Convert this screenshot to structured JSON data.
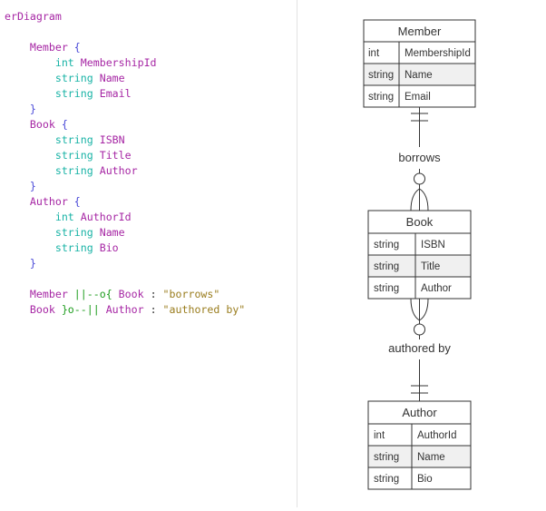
{
  "editor": {
    "lines": [
      [
        {
          "t": "erDiagram",
          "c": "kw"
        }
      ],
      [],
      [
        {
          "t": "    "
        },
        {
          "t": "Member",
          "c": "ent"
        },
        {
          "t": " "
        },
        {
          "t": "{",
          "c": "brace"
        }
      ],
      [
        {
          "t": "        "
        },
        {
          "t": "int",
          "c": "type"
        },
        {
          "t": " "
        },
        {
          "t": "MembershipId",
          "c": "ent"
        }
      ],
      [
        {
          "t": "        "
        },
        {
          "t": "string",
          "c": "type"
        },
        {
          "t": " "
        },
        {
          "t": "Name",
          "c": "ent"
        }
      ],
      [
        {
          "t": "        "
        },
        {
          "t": "string",
          "c": "type"
        },
        {
          "t": " "
        },
        {
          "t": "Email",
          "c": "ent"
        }
      ],
      [
        {
          "t": "    "
        },
        {
          "t": "}",
          "c": "brace"
        }
      ],
      [
        {
          "t": "    "
        },
        {
          "t": "Book",
          "c": "ent"
        },
        {
          "t": " "
        },
        {
          "t": "{",
          "c": "brace"
        }
      ],
      [
        {
          "t": "        "
        },
        {
          "t": "string",
          "c": "type"
        },
        {
          "t": " "
        },
        {
          "t": "ISBN",
          "c": "ent"
        }
      ],
      [
        {
          "t": "        "
        },
        {
          "t": "string",
          "c": "type"
        },
        {
          "t": " "
        },
        {
          "t": "Title",
          "c": "ent"
        }
      ],
      [
        {
          "t": "        "
        },
        {
          "t": "string",
          "c": "type"
        },
        {
          "t": " "
        },
        {
          "t": "Author",
          "c": "ent"
        }
      ],
      [
        {
          "t": "    "
        },
        {
          "t": "}",
          "c": "brace"
        }
      ],
      [
        {
          "t": "    "
        },
        {
          "t": "Author",
          "c": "ent"
        },
        {
          "t": " "
        },
        {
          "t": "{",
          "c": "brace"
        }
      ],
      [
        {
          "t": "        "
        },
        {
          "t": "int",
          "c": "type"
        },
        {
          "t": " "
        },
        {
          "t": "AuthorId",
          "c": "ent"
        }
      ],
      [
        {
          "t": "        "
        },
        {
          "t": "string",
          "c": "type"
        },
        {
          "t": " "
        },
        {
          "t": "Name",
          "c": "ent"
        }
      ],
      [
        {
          "t": "        "
        },
        {
          "t": "string",
          "c": "type"
        },
        {
          "t": " "
        },
        {
          "t": "Bio",
          "c": "ent"
        }
      ],
      [
        {
          "t": "    "
        },
        {
          "t": "}",
          "c": "brace"
        }
      ],
      [],
      [
        {
          "t": "    "
        },
        {
          "t": "Member",
          "c": "ent"
        },
        {
          "t": " "
        },
        {
          "t": "||--o{",
          "c": "rel"
        },
        {
          "t": " "
        },
        {
          "t": "Book",
          "c": "ent"
        },
        {
          "t": " : ",
          "c": "plain"
        },
        {
          "t": "\"borrows\"",
          "c": "str"
        }
      ],
      [
        {
          "t": "    "
        },
        {
          "t": "Book",
          "c": "ent"
        },
        {
          "t": " "
        },
        {
          "t": "}o--||",
          "c": "rel"
        },
        {
          "t": " "
        },
        {
          "t": "Author",
          "c": "ent"
        },
        {
          "t": " : ",
          "c": "plain"
        },
        {
          "t": "\"authored by\"",
          "c": "str"
        }
      ]
    ]
  },
  "diagram": {
    "entities": {
      "member": {
        "name": "Member",
        "attributes": [
          {
            "type": "int",
            "name": "MembershipId"
          },
          {
            "type": "string",
            "name": "Name"
          },
          {
            "type": "string",
            "name": "Email"
          }
        ]
      },
      "book": {
        "name": "Book",
        "attributes": [
          {
            "type": "string",
            "name": "ISBN"
          },
          {
            "type": "string",
            "name": "Title"
          },
          {
            "type": "string",
            "name": "Author"
          }
        ]
      },
      "author": {
        "name": "Author",
        "attributes": [
          {
            "type": "int",
            "name": "AuthorId"
          },
          {
            "type": "string",
            "name": "Name"
          },
          {
            "type": "string",
            "name": "Bio"
          }
        ]
      }
    },
    "relationships": {
      "borrows": "borrows",
      "authored_by": "authored by"
    },
    "colors": {
      "border": "#333333",
      "row_alt": "#f0f0f0",
      "row": "#ffffff"
    }
  }
}
